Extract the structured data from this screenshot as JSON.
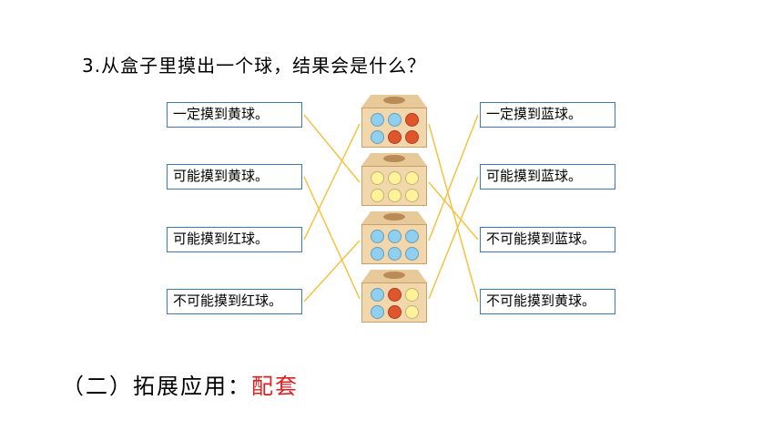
{
  "question": "3.从盒子里摸出一个球，结果会是什么？",
  "left_labels": [
    "一定摸到黄球。",
    "可能摸到黄球。",
    "可能摸到红球。",
    "不可能摸到红球。"
  ],
  "right_labels": [
    "一定摸到蓝球。",
    "可能摸到蓝球。",
    "不可能摸到蓝球。",
    "不可能摸到黄球。"
  ],
  "colors": {
    "label_border": "#3d7ab8",
    "connector": "#f5c242",
    "ball_blue": "#8fd0f0",
    "ball_red": "#e0552c",
    "ball_yellow": "#fff29a",
    "accent": "#e02020"
  },
  "boxes": [
    {
      "name": "box-1",
      "balls": [
        "blue",
        "blue",
        "red",
        "blue",
        "red",
        "red"
      ]
    },
    {
      "name": "box-2",
      "balls": [
        "yellow",
        "yellow",
        "yellow",
        "yellow",
        "yellow",
        "yellow"
      ]
    },
    {
      "name": "box-3",
      "balls": [
        "blue",
        "blue",
        "blue",
        "blue",
        "blue",
        "blue"
      ]
    },
    {
      "name": "box-4",
      "balls": [
        "blue",
        "red",
        "yellow",
        "blue",
        "red",
        "yellow"
      ]
    }
  ],
  "matches": {
    "left_to_box": [
      2,
      4,
      1,
      3
    ],
    "right_to_box": [
      3,
      4,
      2,
      1
    ]
  },
  "section": {
    "prefix": "（二）拓展应用：",
    "accent": "配套"
  }
}
